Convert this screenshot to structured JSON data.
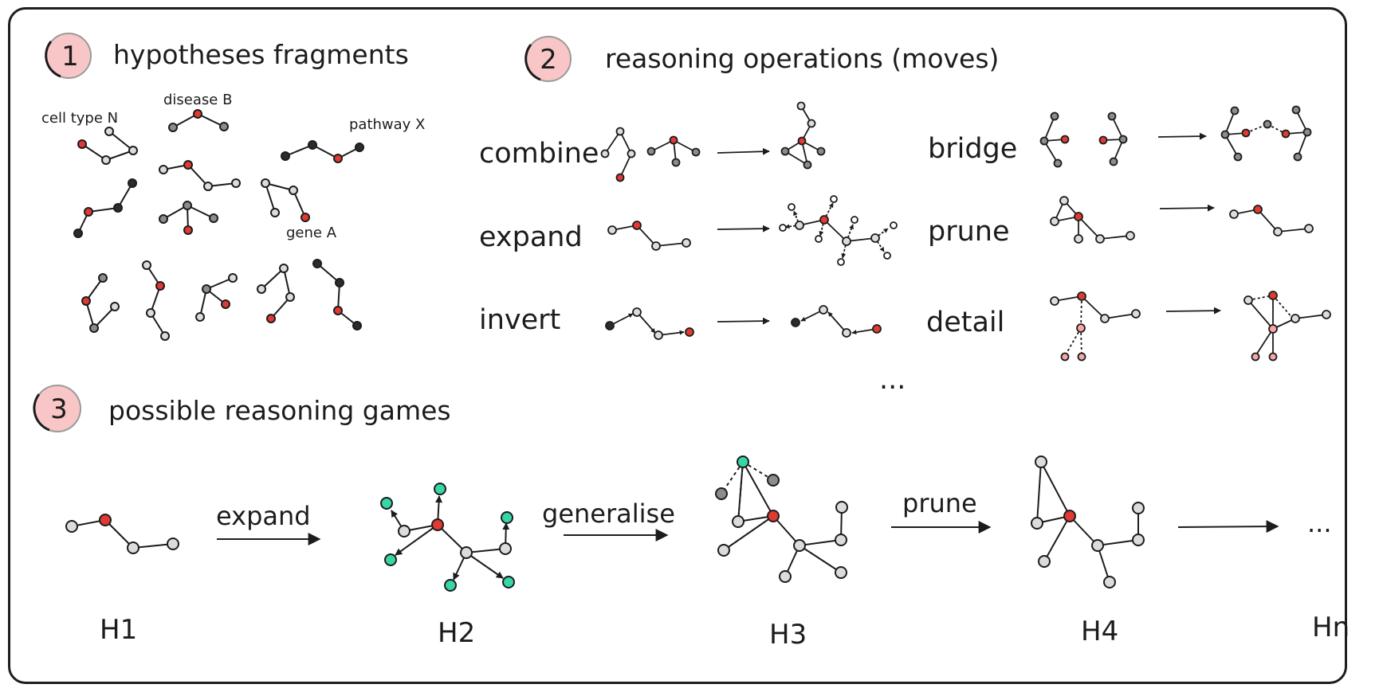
{
  "sections": [
    {
      "number": "1",
      "title": "hypotheses fragments"
    },
    {
      "number": "2",
      "title": "reasoning operations (moves)"
    },
    {
      "number": "3",
      "title": "possible reasoning games"
    }
  ],
  "fragments": {
    "labels": [
      "disease B",
      "cell type N",
      "pathway X",
      "gene A"
    ]
  },
  "operations": {
    "items": [
      "combine",
      "expand",
      "invert",
      "bridge",
      "prune",
      "detail"
    ],
    "more": "..."
  },
  "game": {
    "hypotheses": [
      "H1",
      "H2",
      "H3",
      "H4",
      "Hn"
    ],
    "moves": [
      "expand",
      "generalise",
      "prune"
    ],
    "more": "..."
  },
  "colors": {
    "red": "#e03a32",
    "light_node": "#dcdcdc",
    "grey_node": "#8c8c8c",
    "dark_node": "#2c2c2c",
    "teal": "#36d6a6",
    "pink": "#f6a6a6",
    "badge": "#f8c6c6"
  }
}
